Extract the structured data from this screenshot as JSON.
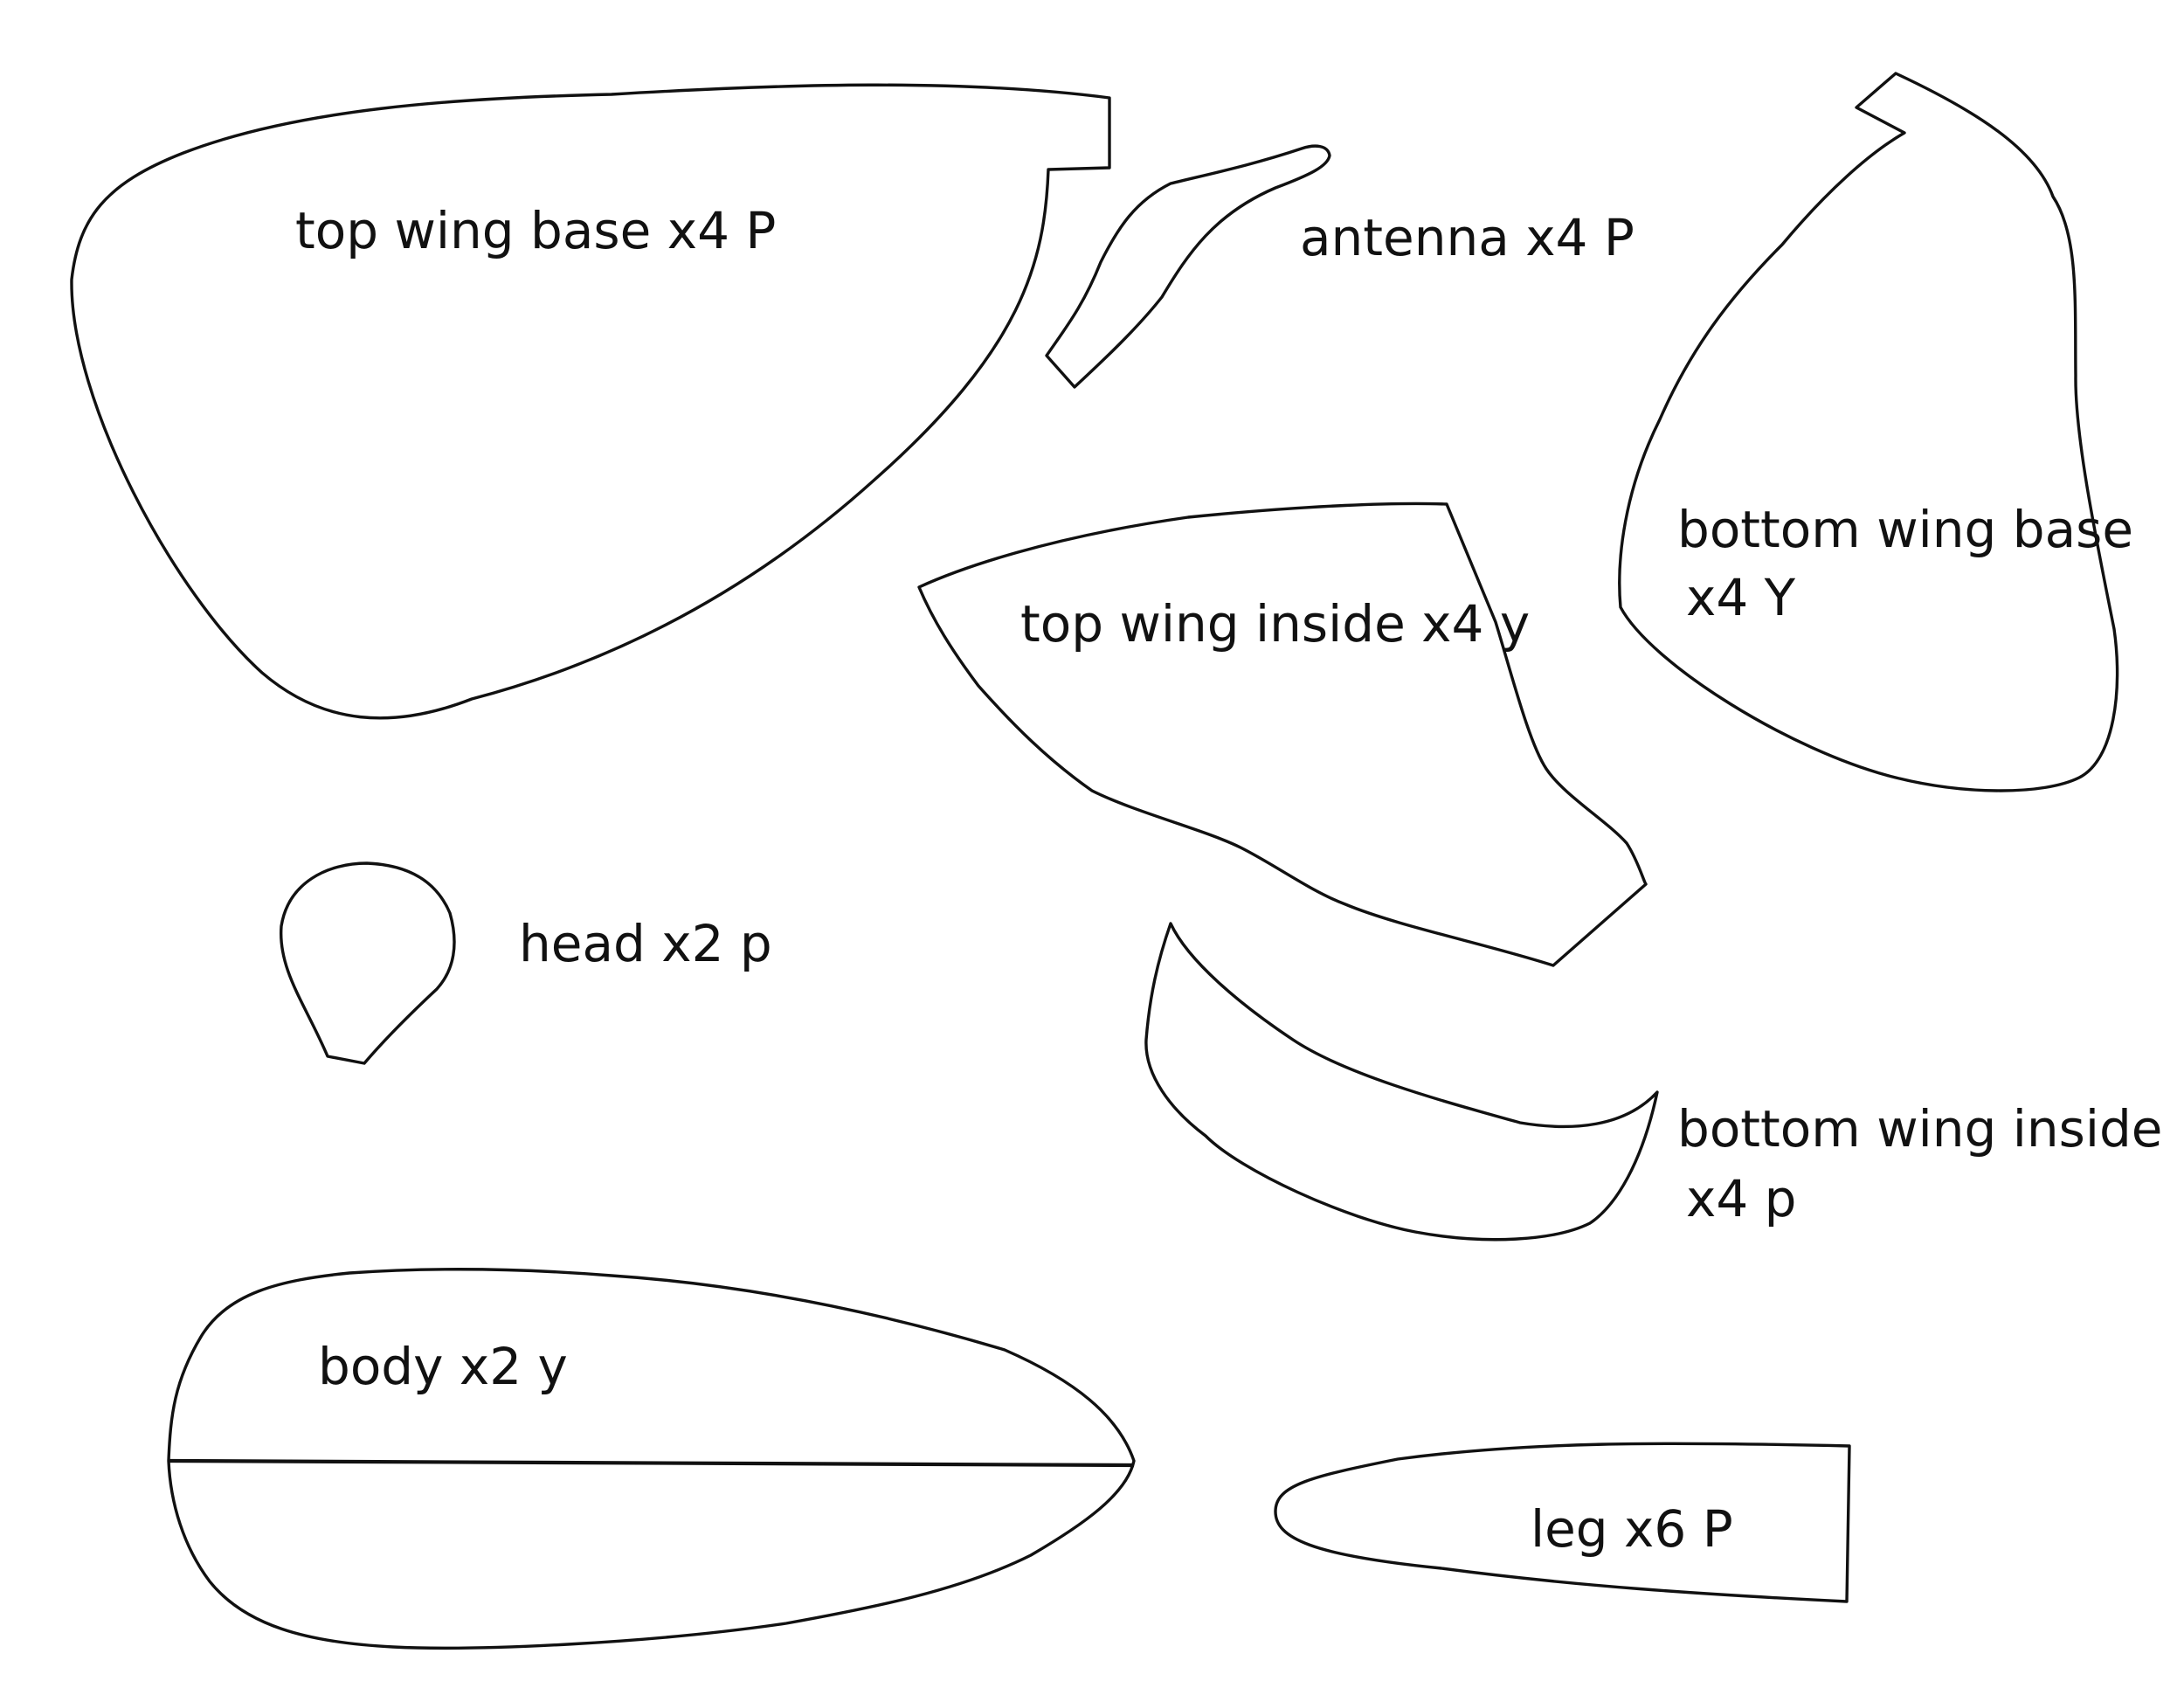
{
  "pieces": {
    "top_wing_base": "top wing base x4 P",
    "antenna": "antenna x4 P",
    "bottom_wing_base_line1": "bottom wing base",
    "bottom_wing_base_line2": "x4 Y",
    "top_wing_inside": "top wing inside x4 y",
    "head": "head x2 p",
    "bottom_wing_inside_line1": "bottom wing inside",
    "bottom_wing_inside_line2": "x4 p",
    "body": "body x2 y",
    "leg": "leg x6 P"
  },
  "colors": {
    "outline": "#111111",
    "background": "#ffffff"
  }
}
